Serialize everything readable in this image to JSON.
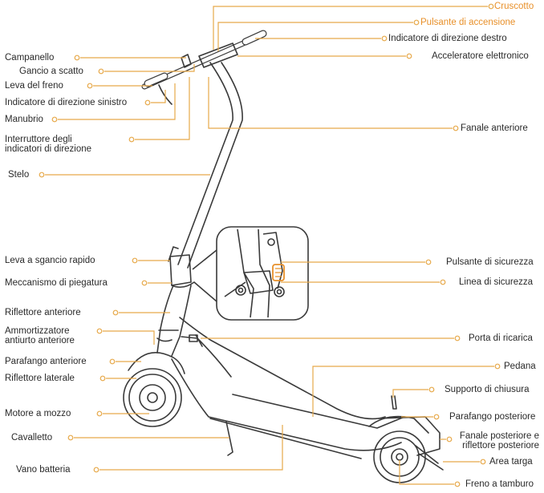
{
  "colors": {
    "accent": "#e8902a",
    "line": "#e7a94a",
    "drawing": "#3a3a3a",
    "text": "#2a2a2a"
  },
  "labels": {
    "cruscotto": "Cruscotto",
    "pulsante_accensione": "Pulsante di accensione",
    "indicatore_destro": "Indicatore di direzione destro",
    "acceleratore": "Acceleratore elettronico",
    "campanello": "Campanello",
    "gancio": "Gancio a scatto",
    "leva_freno": "Leva del freno",
    "indicatore_sinistro": "Indicatore di direzione sinistro",
    "manubrio": "Manubrio",
    "interruttore_1": "Interruttore degli",
    "interruttore_2": "indicatori di direzione",
    "fanale_anteriore": "Fanale anteriore",
    "stelo": "Stelo",
    "leva_sgancio": "Leva a sgancio rapido",
    "meccanismo": "Meccanismo di piegatura",
    "pulsante_sicurezza": "Pulsante di sicurezza",
    "linea_sicurezza": "Linea di sicurezza",
    "riflettore_anteriore": "Riflettore anteriore",
    "ammortizzatore_1": "Ammortizzatore",
    "ammortizzatore_2": "antiurto anteriore",
    "porta_ricarica": "Porta di ricarica",
    "parafango_anteriore": "Parafango anteriore",
    "pedana": "Pedana",
    "riflettore_laterale": "Riflettore laterale",
    "supporto_chiusura": "Supporto di chiusura",
    "motore": "Motore a mozzo",
    "parafango_posteriore": "Parafango posteriore",
    "cavalletto": "Cavalletto",
    "fanale_posteriore_1": "Fanale posteriore e",
    "fanale_posteriore_2": "riflettore posteriore",
    "area_targa": "Area targa",
    "vano_batteria": "Vano batteria",
    "freno_tamburo": "Freno a tamburo"
  }
}
